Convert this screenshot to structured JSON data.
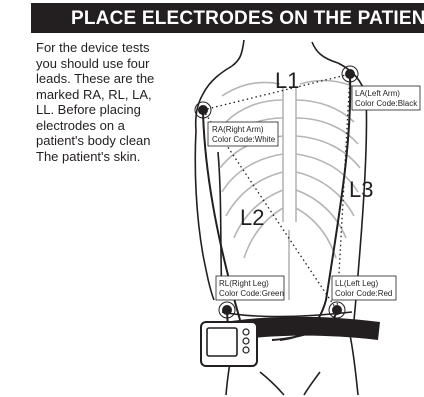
{
  "title": "PLACE ELECTRODES ON THE PATIENT",
  "intro_lines": [
    "For the device tests",
    "you should use four",
    "leads. These are the",
    "marked RA, RL, LA,",
    " LL. Before placing",
    "electrodes on a",
    "patient's body clean",
    "The patient's skin."
  ],
  "leads": {
    "l1": "L1",
    "l2": "L2",
    "l3": "L3"
  },
  "electrodes": {
    "ra": {
      "name": "RA(Right Arm)",
      "color_code": "Color Code:White"
    },
    "la": {
      "name": "LA(Left Arm)",
      "color_code": "Color Code:Black"
    },
    "rl": {
      "name": "RL(Right Leg)",
      "color_code": "Color Code:Green"
    },
    "ll": {
      "name": "LL(Left Leg)",
      "color_code": "Color Code:Red"
    }
  },
  "colors": {
    "ink": "#231f20",
    "title_bg": "#231f20",
    "title_text": "#ffffff"
  }
}
